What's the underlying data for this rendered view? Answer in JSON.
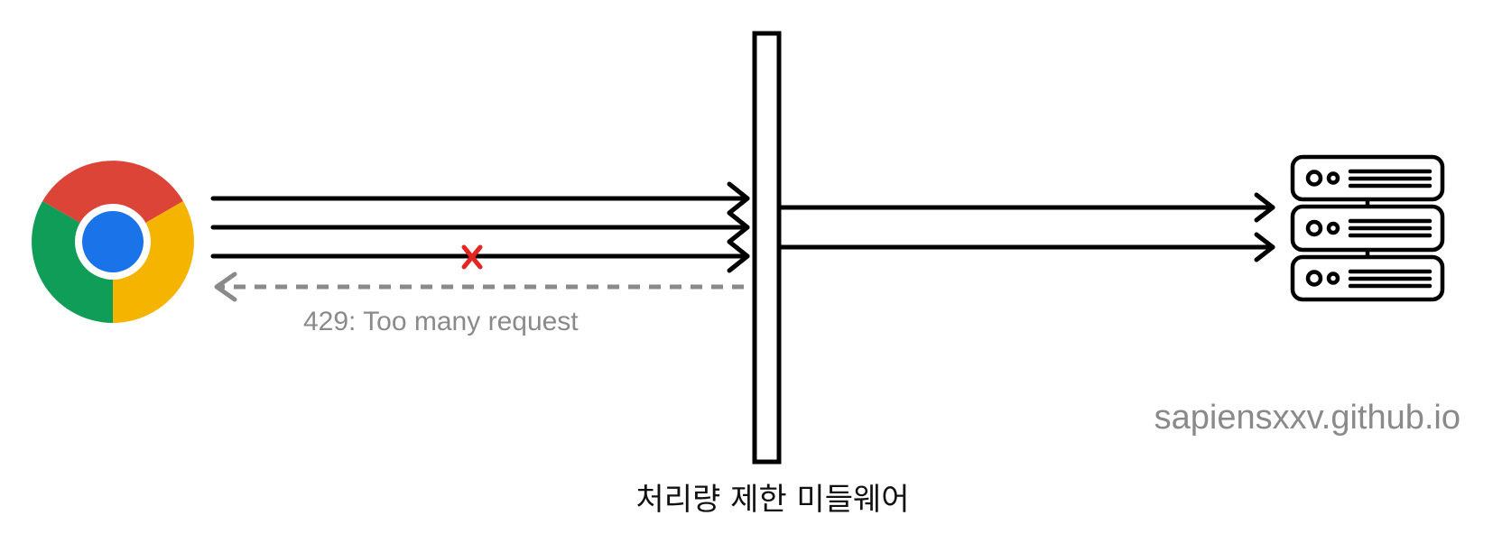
{
  "labels": {
    "error_response": "429: Too many request",
    "watermark": "sapiensxxv.github.io",
    "middleware": "처리량 제한 미들웨어"
  },
  "nodes": {
    "client": {
      "icon": "chrome-browser-icon"
    },
    "middleware": {
      "icon": "middleware-bar"
    },
    "server": {
      "icon": "server-rack-icon"
    }
  },
  "edges": [
    {
      "from": "client",
      "to": "middleware",
      "style": "solid"
    },
    {
      "from": "client",
      "to": "middleware",
      "style": "solid"
    },
    {
      "from": "client",
      "to": "middleware",
      "style": "solid",
      "blocked": true
    },
    {
      "from": "middleware",
      "to": "client",
      "style": "dashed"
    },
    {
      "from": "middleware",
      "to": "server",
      "style": "solid"
    },
    {
      "from": "middleware",
      "to": "server",
      "style": "solid"
    }
  ],
  "colors": {
    "arrow": "#000000",
    "response": "#8a8a8a",
    "blocked_mark": "#e52521",
    "chrome_red": "#DB4437",
    "chrome_green": "#0F9D58",
    "chrome_yellow": "#F4B400",
    "chrome_blue": "#1A73E8"
  }
}
